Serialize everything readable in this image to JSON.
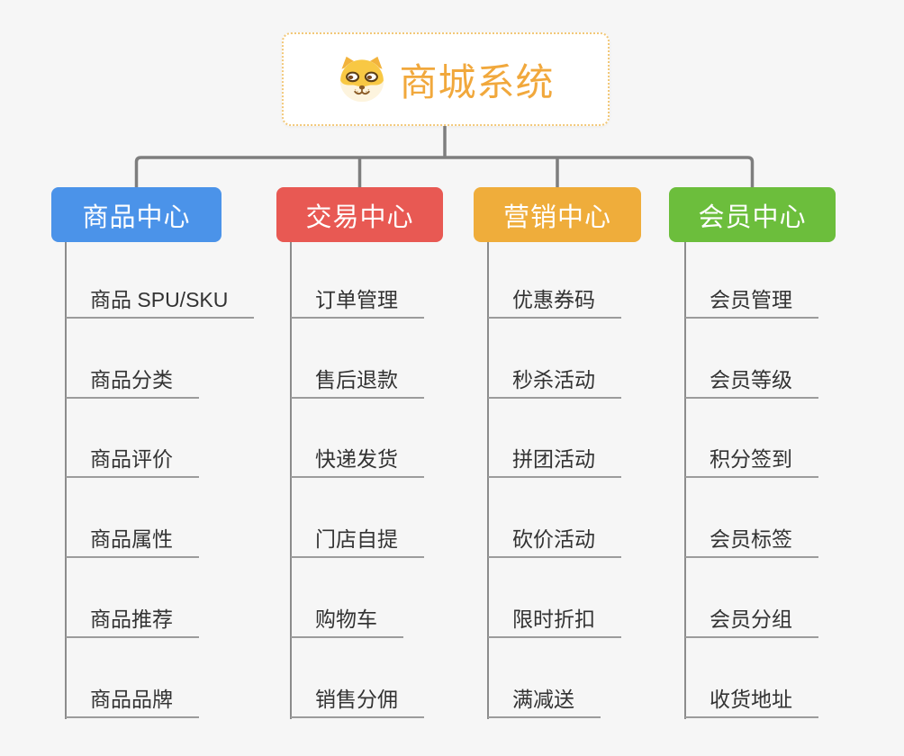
{
  "root": {
    "title": "商城系统",
    "icon": "dog-face-icon",
    "accent_color": "#F1A83C",
    "border_color": "#F2C879",
    "background": "#FFFFFF"
  },
  "branches": [
    {
      "label": "商品中心",
      "color": "#4B93E9",
      "children": [
        "商品 SPU/SKU",
        "商品分类",
        "商品评价",
        "商品属性",
        "商品推荐",
        "商品品牌"
      ]
    },
    {
      "label": "交易中心",
      "color": "#E85953",
      "children": [
        "订单管理",
        "售后退款",
        "快递发货",
        "门店自提",
        "购物车",
        "销售分佣"
      ]
    },
    {
      "label": "营销中心",
      "color": "#EFAD3B",
      "children": [
        "优惠券码",
        "秒杀活动",
        "拼团活动",
        "砍价活动",
        "限时折扣",
        "满减送"
      ]
    },
    {
      "label": "会员中心",
      "color": "#6CBE3C",
      "children": [
        "会员管理",
        "会员等级",
        "积分签到",
        "会员标签",
        "会员分组",
        "收货地址"
      ]
    }
  ],
  "style": {
    "page_background": "#F6F6F6",
    "connector_color": "#7E7E7E",
    "column_line_color": "#8C8C8C",
    "leaf_underline_color": "#9C9C9C",
    "leaf_text_color": "#333333"
  }
}
